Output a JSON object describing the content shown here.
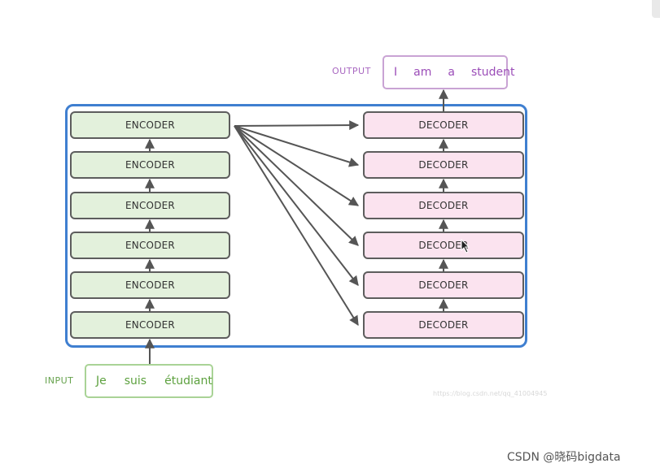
{
  "diagram": {
    "encoder_label": "ENCODER",
    "decoder_label": "DECODER",
    "encoder_count": 6,
    "decoder_count": 6,
    "input": {
      "label": "INPUT",
      "words": [
        "Je",
        "suis",
        "étudiant"
      ]
    },
    "output": {
      "label": "OUTPUT",
      "words": [
        "I",
        "am",
        "a",
        "student"
      ]
    },
    "colors": {
      "frame": "#3f7fd0",
      "encoder_fill": "#e3f1dc",
      "decoder_fill": "#fbe3ef",
      "input_text": "#5da13f",
      "output_text": "#9b4db8",
      "arrow": "#555555"
    }
  },
  "watermark": {
    "small": "https://blog.csdn.net/qq_41004945",
    "credit": "CSDN @晓码bigdata"
  }
}
